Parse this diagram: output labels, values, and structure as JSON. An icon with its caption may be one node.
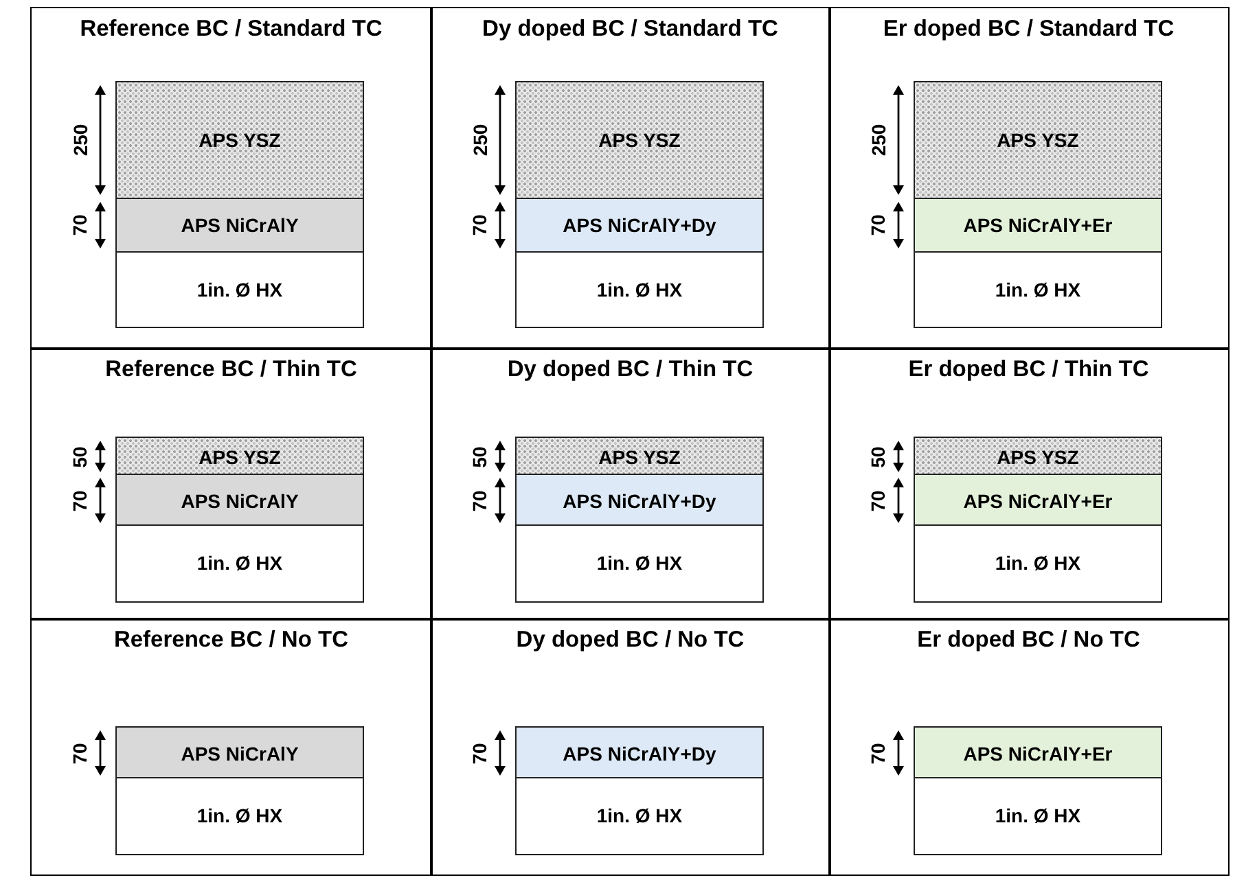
{
  "diagram": {
    "nodes": [
      {
        "text": [
          "Reference BC / Standard TC"
        ]
      },
      {
        "text": [
          "APS YSZ"
        ],
        "in": 0,
        "beside": [
          "250"
        ]
      },
      {
        "text": [
          "APS NiCrAlY"
        ],
        "in": 0,
        "beside": [
          "70"
        ]
      },
      {
        "text": [
          "1in. Ø HX"
        ],
        "in": 0
      },
      {
        "text": [
          "Dy doped BC / Standard TC"
        ]
      },
      {
        "text": [
          "APS YSZ"
        ],
        "in": 4,
        "beside": [
          "250"
        ]
      },
      {
        "text": [
          "APS NiCrAlY+Dy"
        ],
        "in": 4,
        "beside": [
          "70"
        ]
      },
      {
        "text": [
          "1in. Ø HX"
        ],
        "in": 4
      },
      {
        "text": [
          "Er doped BC / Standard TC"
        ]
      },
      {
        "text": [
          "APS YSZ"
        ],
        "in": 8,
        "beside": [
          "250"
        ]
      },
      {
        "text": [
          "APS NiCrAlY+Er"
        ],
        "in": 8,
        "beside": [
          "70"
        ]
      },
      {
        "text": [
          "1in. Ø HX"
        ],
        "in": 8
      },
      {
        "text": [
          "Reference BC / Thin TC"
        ]
      },
      {
        "text": [
          "APS YSZ"
        ],
        "in": 12,
        "beside": [
          "50"
        ]
      },
      {
        "text": [
          "APS NiCrAlY"
        ],
        "in": 12,
        "beside": [
          "70"
        ]
      },
      {
        "text": [
          "1in. Ø HX"
        ],
        "in": 12
      },
      {
        "text": [
          "Dy doped BC / Thin TC"
        ]
      },
      {
        "text": [
          "APS YSZ"
        ],
        "in": 16,
        "beside": [
          "50"
        ]
      },
      {
        "text": [
          "APS NiCrAlY+Dy"
        ],
        "in": 16,
        "beside": [
          "70"
        ]
      },
      {
        "text": [
          "1in. Ø HX"
        ],
        "in": 16
      },
      {
        "text": [
          "Er doped BC / Thin TC"
        ]
      },
      {
        "text": [
          "APS YSZ"
        ],
        "in": 20,
        "beside": [
          "50"
        ]
      },
      {
        "text": [
          "APS NiCrAlY+Er"
        ],
        "in": 20,
        "beside": [
          "70"
        ]
      },
      {
        "text": [
          "1in. Ø HX"
        ],
        "in": 20
      },
      {
        "text": [
          "Reference BC / No TC"
        ]
      },
      {
        "text": [
          "APS NiCrAlY"
        ],
        "in": 24,
        "beside": [
          "70"
        ]
      },
      {
        "text": [
          "1in. Ø HX"
        ],
        "in": 24
      },
      {
        "text": [
          "Dy doped BC / No TC"
        ]
      },
      {
        "text": [
          "APS NiCrAlY+Dy"
        ],
        "in": 27,
        "beside": [
          "70"
        ]
      },
      {
        "text": [
          "1in. Ø HX"
        ],
        "in": 27
      },
      {
        "text": [
          "Er doped BC / No TC"
        ]
      },
      {
        "text": [
          "APS NiCrAlY+Er"
        ],
        "in": 30,
        "beside": [
          "70"
        ]
      },
      {
        "text": [
          "1in. Ø HX"
        ],
        "in": 30
      }
    ]
  }
}
